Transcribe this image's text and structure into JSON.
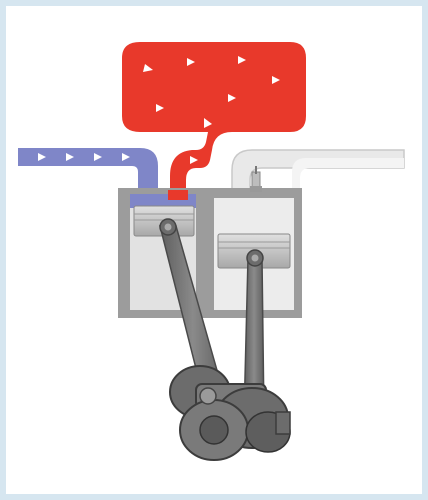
{
  "diagram": {
    "components": [
      {
        "name": "intake-pipe",
        "color": "#7f86c8"
      },
      {
        "name": "exhaust-manifold",
        "color": "#e8392b"
      },
      {
        "name": "left-cylinder",
        "color": "#9c9c9c"
      },
      {
        "name": "right-cylinder",
        "color": "#9c9c9c"
      },
      {
        "name": "left-piston",
        "color": "#c4c4c4"
      },
      {
        "name": "right-piston",
        "color": "#c4c4c4"
      },
      {
        "name": "spark-plug",
        "color": "#bdbdbd"
      },
      {
        "name": "crankshaft",
        "color": "#6c6c6c"
      },
      {
        "name": "outlet-pipe",
        "color": "#e9e9e9"
      }
    ],
    "colors": {
      "frame": "#d6e6f0",
      "panel": "#ffffff",
      "gas_hot": "#e8392b",
      "gas_cool": "#7f86c8",
      "metal_dark": "#6c6c6c",
      "metal_mid": "#9c9c9c",
      "metal_light": "#e9e9e9"
    }
  }
}
